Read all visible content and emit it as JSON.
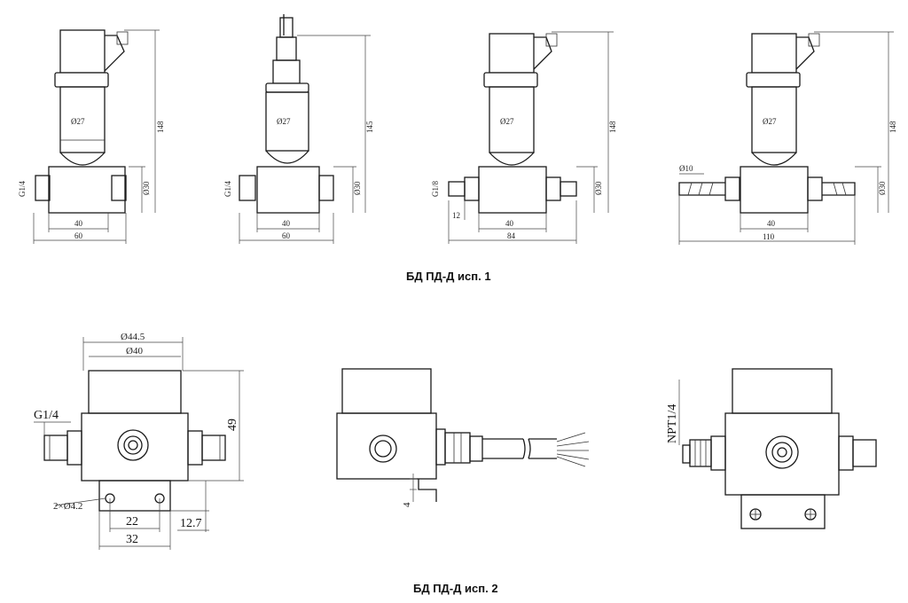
{
  "captions": {
    "top": "БД ПД-Д исп. 1",
    "bottom": "БД ПД-Д исп. 2"
  },
  "variant1": {
    "body_diameter": "Ø27",
    "heights": [
      "148",
      "145",
      "148",
      "148"
    ],
    "body_height": "Ø30",
    "port_labels": [
      "G1/4",
      "G1/4",
      "G1/8",
      "Ø10"
    ],
    "center_width": "40",
    "overall_widths": [
      "60",
      "60",
      "84",
      "110"
    ],
    "fitting_length": "12"
  },
  "variant2": {
    "cap_outer": "Ø44.5",
    "cap_inner": "Ø40",
    "height": "49",
    "thread": "G1/4",
    "holes": "2×Ø4.2",
    "hole_spacing": "22",
    "bracket_width": "32",
    "bracket_height": "12.7",
    "clearance": "4",
    "npt": "NPT1/4"
  }
}
